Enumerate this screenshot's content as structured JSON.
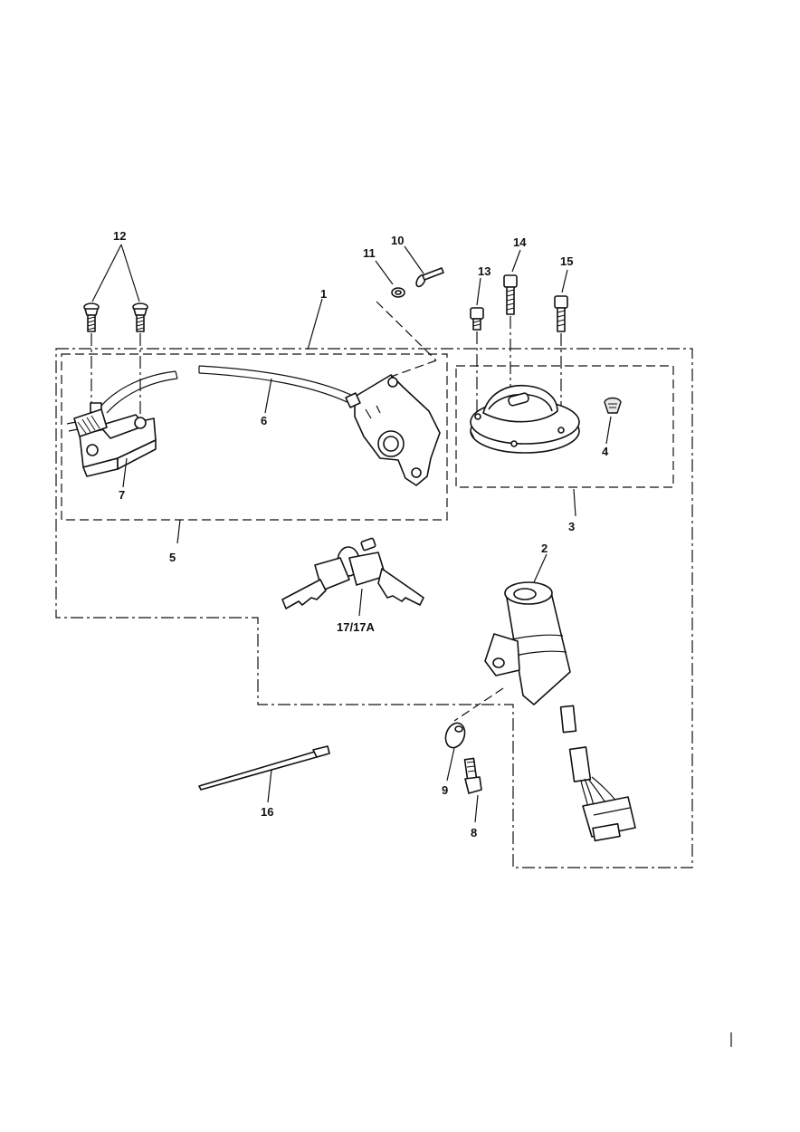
{
  "diagram": {
    "callouts": [
      {
        "id": "c1",
        "text": "1"
      },
      {
        "id": "c2",
        "text": "2"
      },
      {
        "id": "c3",
        "text": "3"
      },
      {
        "id": "c4",
        "text": "4"
      },
      {
        "id": "c5",
        "text": "5"
      },
      {
        "id": "c6",
        "text": "6"
      },
      {
        "id": "c7",
        "text": "7"
      },
      {
        "id": "c8",
        "text": "8"
      },
      {
        "id": "c9",
        "text": "9"
      },
      {
        "id": "c10",
        "text": "10"
      },
      {
        "id": "c11",
        "text": "11"
      },
      {
        "id": "c12",
        "text": "12"
      },
      {
        "id": "c13",
        "text": "13"
      },
      {
        "id": "c14",
        "text": "14"
      },
      {
        "id": "c15",
        "text": "15"
      },
      {
        "id": "c16",
        "text": "16"
      },
      {
        "id": "c17",
        "text": "17/17A"
      }
    ]
  }
}
